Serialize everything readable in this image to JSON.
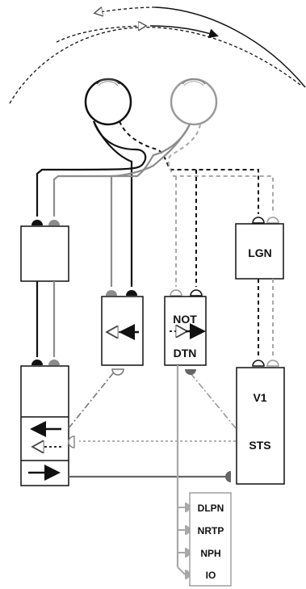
{
  "boxes": {
    "lgn": "LGN",
    "not": "NOT",
    "dtn": "DTN",
    "v1": "V1",
    "sts": "STS",
    "dlpn": "DLPN",
    "nrtp": "NRTP",
    "nph": "NPH",
    "io": "IO"
  },
  "colors": {
    "black": "#111111",
    "gray": "#8c8c8c",
    "light_gray": "#a8a8a8",
    "dark_gray": "#666666"
  }
}
